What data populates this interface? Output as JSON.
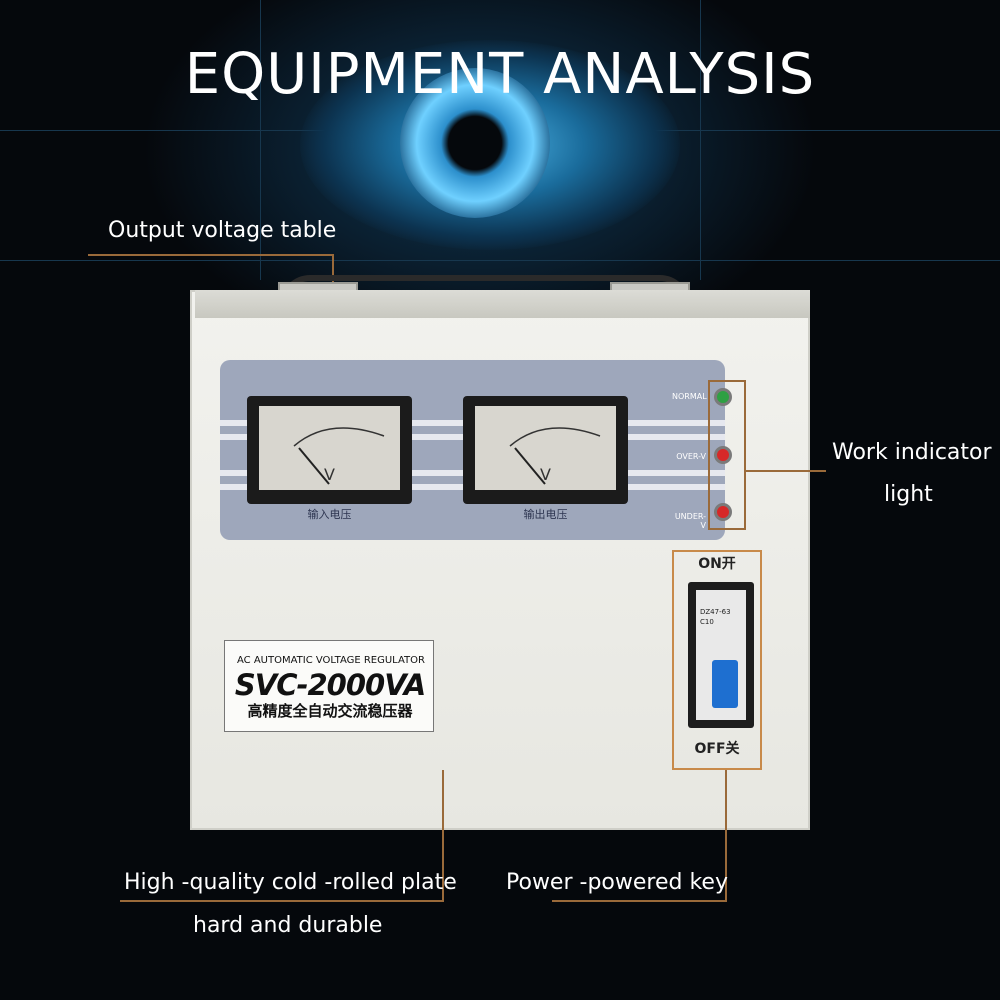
{
  "headline": "EQUIPMENT ANALYSIS",
  "callouts": {
    "output_voltage_table": "Output voltage table",
    "work_indicator_line1": "Work indicator",
    "work_indicator_line2": "light",
    "plate_line1": "High -quality cold -rolled plate",
    "plate_line2": "hard and durable",
    "power_key": "Power -powered key"
  },
  "device": {
    "label_header": "AC AUTOMATIC VOLTAGE REGULATOR",
    "model": "SVC-2000VA",
    "chinese_name": "高精度全自动交流稳压器",
    "input_meter_label": "输入电压",
    "output_meter_label": "输出电压",
    "meter_unit": "V",
    "indicators": [
      {
        "label": "NORMAL",
        "color": "#2ea043"
      },
      {
        "label": "OVER-V",
        "color": "#d62828"
      },
      {
        "label": "UNDER-V",
        "color": "#d62828"
      }
    ],
    "switch_on": "ON开",
    "switch_off": "OFF关",
    "breaker_model": "DZ47-63",
    "breaker_rating": "C10"
  },
  "colors": {
    "callout_line": "#9a6a3a",
    "panel": "#9ea7bb",
    "breaker_button": "#1e6fd0"
  }
}
